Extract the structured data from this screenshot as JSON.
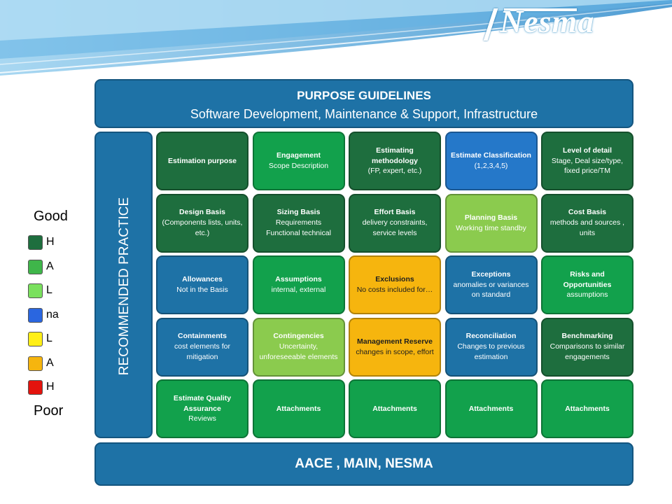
{
  "brand": {
    "logo_text": "Nesma"
  },
  "header": {
    "title": "PURPOSE GUIDELINES",
    "subtitle": "Software Development, Maintenance & Support, Infrastructure"
  },
  "side_label": "RECOMMENDED PRACTICE",
  "footer": {
    "text": "AACE , MAIN, NESMA"
  },
  "colors": {
    "dark_green": "#1e6e3e",
    "medium_green": "#12a14c",
    "light_green": "#8bcb4e",
    "blue": "#1e72a6",
    "yellow": "#f6b50e",
    "light_blue": "#2578c9",
    "red": "#e4130d"
  },
  "legend": {
    "top_label": "Good",
    "bottom_label": "Poor",
    "rows": [
      {
        "text": "H",
        "color": "#1e6e3e"
      },
      {
        "text": "A",
        "color": "#3fb64a"
      },
      {
        "text": "L",
        "color": "#7ae05e"
      },
      {
        "text": "na",
        "color": "#2a66e0"
      },
      {
        "text": "L",
        "color": "#ffef17"
      },
      {
        "text": "A",
        "color": "#f6b50e"
      },
      {
        "text": "H",
        "color": "#e4130d"
      }
    ]
  },
  "grid": [
    {
      "title": "Estimation purpose",
      "desc": "",
      "color": "dark_green"
    },
    {
      "title": "Engagement",
      "desc": "Scope Description",
      "color": "medium_green"
    },
    {
      "title": "Estimating methodology",
      "desc": "(FP, expert, etc.)",
      "color": "dark_green"
    },
    {
      "title": "Estimate Classification",
      "desc": "(1,2,3,4,5)",
      "color": "light_blue"
    },
    {
      "title": "Level of detail",
      "desc": "Stage, Deal size/type, fixed price/TM",
      "color": "dark_green"
    },
    {
      "title": "Design Basis",
      "desc": "(Components lists, units, etc.)",
      "color": "dark_green"
    },
    {
      "title": "Sizing Basis",
      "desc": "Requirements Functional technical",
      "color": "dark_green"
    },
    {
      "title": "Effort Basis",
      "desc": "delivery constraints, service levels",
      "color": "dark_green"
    },
    {
      "title": "Planning Basis",
      "desc": "Working time standby",
      "color": "light_green"
    },
    {
      "title": "Cost Basis",
      "desc": "methods and sources , units",
      "color": "dark_green"
    },
    {
      "title": "Allowances",
      "desc": "Not in the Basis",
      "color": "blue"
    },
    {
      "title": "Assumptions",
      "desc": "internal, external",
      "color": "medium_green"
    },
    {
      "title": "Exclusions",
      "desc": "No costs included for…",
      "color": "yellow"
    },
    {
      "title": "Exceptions",
      "desc": "anomalies or variances on standard",
      "color": "blue"
    },
    {
      "title": "Risks and Opportunities",
      "desc": "assumptions",
      "color": "medium_green"
    },
    {
      "title": "Containments",
      "desc": "cost elements for mitigation",
      "color": "blue"
    },
    {
      "title": "Contingencies",
      "desc": "Uncertainty, unforeseeable elements",
      "color": "light_green"
    },
    {
      "title": "Management Reserve",
      "desc": "changes in scope, effort",
      "color": "yellow"
    },
    {
      "title": "Reconciliation",
      "desc": "Changes to previous estimation",
      "color": "blue"
    },
    {
      "title": "Benchmarking",
      "desc": "Comparisons to similar engagements",
      "color": "dark_green"
    },
    {
      "title": "Estimate Quality Assurance",
      "desc": "Reviews",
      "color": "medium_green"
    },
    {
      "title": "Attachments",
      "desc": "",
      "color": "medium_green"
    },
    {
      "title": "Attachments",
      "desc": "",
      "color": "medium_green"
    },
    {
      "title": "Attachments",
      "desc": "",
      "color": "medium_green"
    },
    {
      "title": "Attachments",
      "desc": "",
      "color": "medium_green"
    }
  ]
}
